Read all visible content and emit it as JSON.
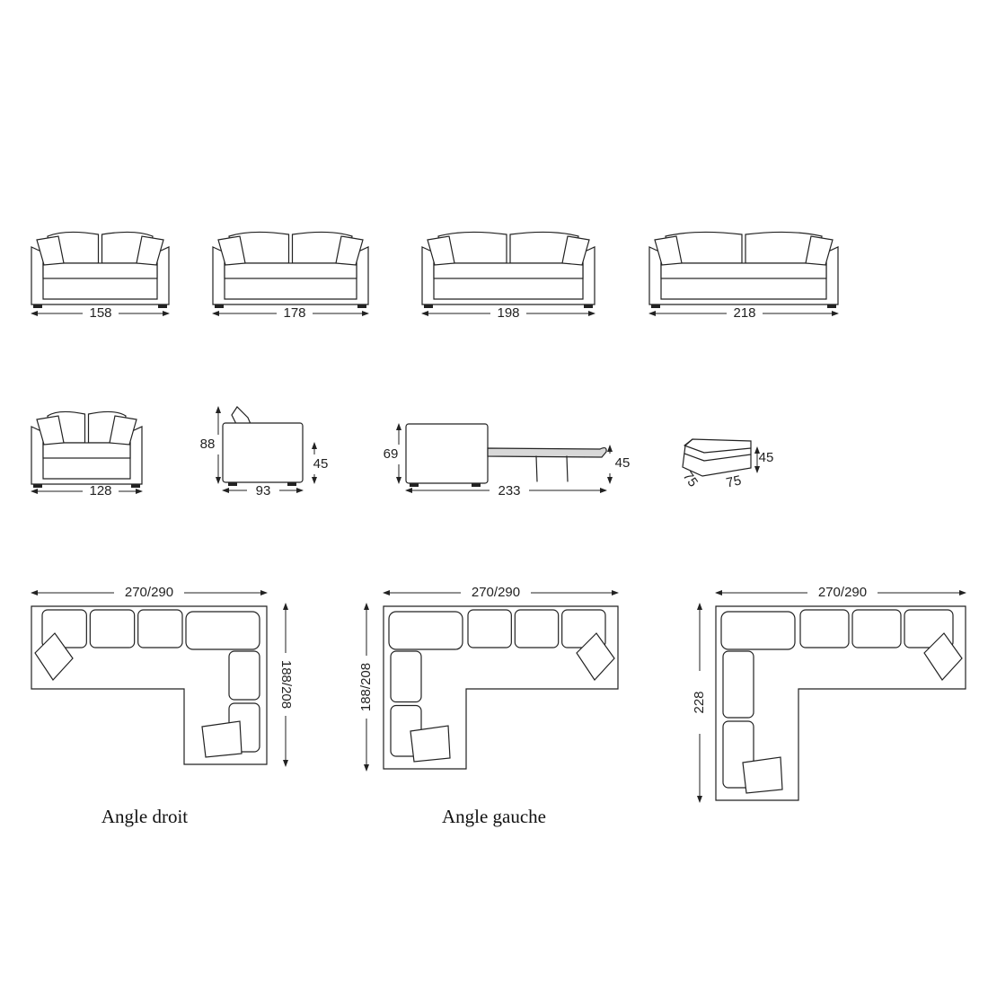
{
  "sofas": [
    {
      "width_label": "158"
    },
    {
      "width_label": "178"
    },
    {
      "width_label": "198"
    },
    {
      "width_label": "218"
    }
  ],
  "armchair": {
    "width_label": "128"
  },
  "side_view": {
    "height_label": "88",
    "seat_height_label": "45",
    "depth_label": "93"
  },
  "sofa_bed": {
    "height_label": "69",
    "bed_height_label": "45",
    "open_length_label": "233"
  },
  "ottoman": {
    "height_label": "45",
    "width_label": "75",
    "depth_label": "75"
  },
  "corners": [
    {
      "width_label": "270/290",
      "depth_label": "188/208",
      "caption": "Angle droit"
    },
    {
      "width_label": "270/290",
      "depth_label": "188/208",
      "caption": "Angle gauche"
    },
    {
      "width_label": "270/290",
      "depth_label": "228"
    }
  ]
}
